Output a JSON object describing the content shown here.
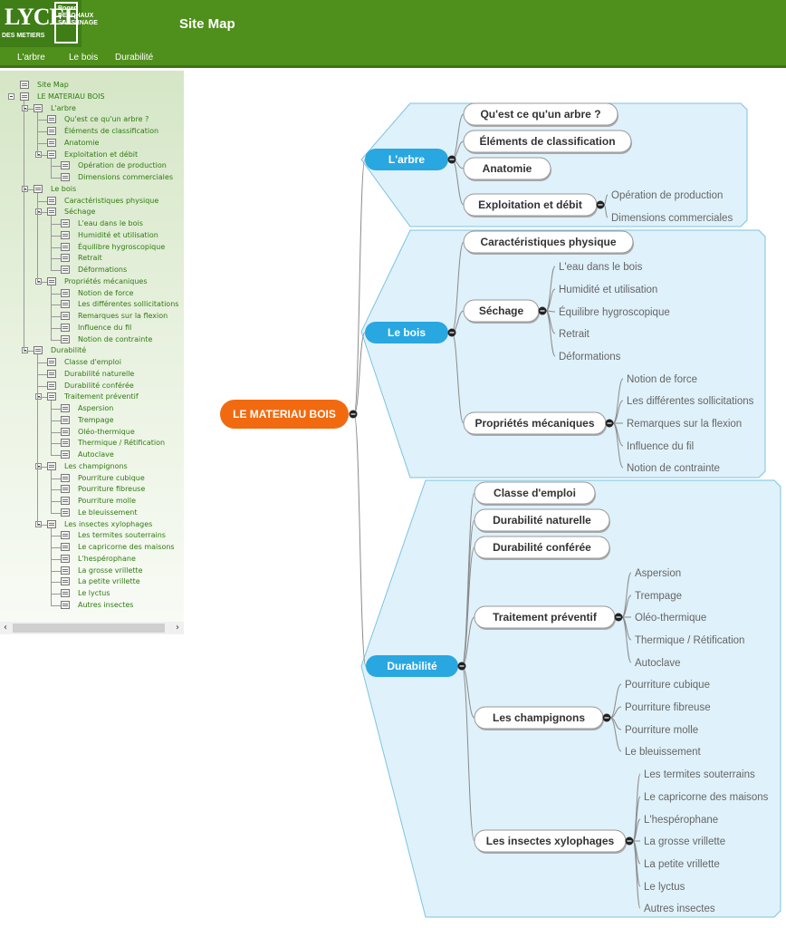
{
  "header": {
    "logo_text": "LYCEE",
    "logo_sub": "DES METIERS",
    "logo_side": "Roger DESCHAUX SASSENAGE",
    "title": "Site Map",
    "nav": [
      "L'arbre",
      "Le bois",
      "Durabilité"
    ]
  },
  "sidebar": {
    "tree": [
      {
        "label": "Site Map",
        "level": 0
      },
      {
        "label": "LE MATERIAU BOIS",
        "level": 0,
        "open": true
      },
      {
        "label": "L'arbre",
        "level": 1,
        "open": true
      },
      {
        "label": "Qu'est ce qu'un arbre ?",
        "level": 2
      },
      {
        "label": "Éléments de classification",
        "level": 2
      },
      {
        "label": "Anatomie",
        "level": 2
      },
      {
        "label": "Exploitation et débit",
        "level": 2,
        "open": true
      },
      {
        "label": "Opération de production",
        "level": 3
      },
      {
        "label": "Dimensions commerciales",
        "level": 3
      },
      {
        "label": "Le bois",
        "level": 1,
        "open": true
      },
      {
        "label": "Caractéristiques physique",
        "level": 2
      },
      {
        "label": "Séchage",
        "level": 2,
        "open": true
      },
      {
        "label": "L'eau dans le bois",
        "level": 3
      },
      {
        "label": "Humidité et utilisation",
        "level": 3
      },
      {
        "label": "Équilibre hygroscopique",
        "level": 3
      },
      {
        "label": "Retrait",
        "level": 3
      },
      {
        "label": "Déformations",
        "level": 3
      },
      {
        "label": "Propriétés mécaniques",
        "level": 2,
        "open": true
      },
      {
        "label": "Notion de force",
        "level": 3
      },
      {
        "label": "Les différentes sollicitations",
        "level": 3
      },
      {
        "label": "Remarques sur la flexion",
        "level": 3
      },
      {
        "label": "Influence du fil",
        "level": 3
      },
      {
        "label": "Notion de contrainte",
        "level": 3
      },
      {
        "label": "Durabilité",
        "level": 1,
        "open": true
      },
      {
        "label": "Classe d'emploi",
        "level": 2
      },
      {
        "label": "Durabilité naturelle",
        "level": 2
      },
      {
        "label": "Durabilité conférée",
        "level": 2
      },
      {
        "label": "Traitement préventif",
        "level": 2,
        "open": true
      },
      {
        "label": "Aspersion",
        "level": 3
      },
      {
        "label": "Trempage",
        "level": 3
      },
      {
        "label": "Oléo-thermique",
        "level": 3
      },
      {
        "label": "Thermique / Rétification",
        "level": 3
      },
      {
        "label": "Autoclave",
        "level": 3
      },
      {
        "label": "Les champignons",
        "level": 2,
        "open": true
      },
      {
        "label": "Pourriture cubique",
        "level": 3
      },
      {
        "label": "Pourriture fibreuse",
        "level": 3
      },
      {
        "label": "Pourriture molle",
        "level": 3
      },
      {
        "label": "Le bleuissement",
        "level": 3
      },
      {
        "label": "Les insectes xylophages",
        "level": 2,
        "open": true
      },
      {
        "label": "Les termites souterrains",
        "level": 3
      },
      {
        "label": "Le capricorne des maisons",
        "level": 3
      },
      {
        "label": "L'hespérophane",
        "level": 3
      },
      {
        "label": "La grosse vrillette",
        "level": 3
      },
      {
        "label": "La petite vrillette",
        "level": 3
      },
      {
        "label": "Le lyctus",
        "level": 3
      },
      {
        "label": "Autres insectes",
        "level": 3
      }
    ]
  },
  "scrollbar": {
    "left_arrow": "‹",
    "right_arrow": "›"
  },
  "mindmap": {
    "root": "LE MATERIAU BOIS",
    "colors": {
      "root": "#f26a10",
      "branch": "#29a7e1",
      "region_fill": "#dff1fa",
      "region_stroke": "#7cc3e0",
      "node_border": "#999999",
      "leaf_text": "#666666"
    },
    "branches": [
      {
        "label": "L'arbre",
        "children": [
          {
            "label": "Qu'est ce qu'un arbre ?",
            "leaves": []
          },
          {
            "label": "Éléments de classification",
            "leaves": []
          },
          {
            "label": "Anatomie",
            "leaves": []
          },
          {
            "label": "Exploitation et débit",
            "leaves": [
              "Opération de production",
              "Dimensions commerciales"
            ]
          }
        ]
      },
      {
        "label": "Le bois",
        "children": [
          {
            "label": "Caractéristiques physique",
            "leaves": []
          },
          {
            "label": "Séchage",
            "leaves": [
              "L'eau dans le bois",
              "Humidité et utilisation",
              "Équilibre hygroscopique",
              "Retrait",
              "Déformations"
            ]
          },
          {
            "label": "Propriétés mécaniques",
            "leaves": [
              "Notion de force",
              "Les différentes sollicitations",
              "Remarques sur la flexion",
              "Influence du fil",
              "Notion de contrainte"
            ]
          }
        ]
      },
      {
        "label": "Durabilité",
        "children": [
          {
            "label": "Classe d'emploi",
            "leaves": []
          },
          {
            "label": "Durabilité naturelle",
            "leaves": []
          },
          {
            "label": "Durabilité conférée",
            "leaves": []
          },
          {
            "label": "Traitement préventif",
            "leaves": [
              "Aspersion",
              "Trempage",
              "Oléo-thermique",
              "Thermique / Rétification",
              "Autoclave"
            ]
          },
          {
            "label": "Les champignons",
            "leaves": [
              "Pourriture cubique",
              "Pourriture fibreuse",
              "Pourriture molle",
              "Le bleuissement"
            ]
          },
          {
            "label": "Les insectes xylophages",
            "leaves": [
              "Les termites souterrains",
              "Le capricorne des maisons",
              "L'hespérophane",
              "La grosse vrillette",
              "La petite vrillette",
              "Le lyctus",
              "Autres insectes"
            ]
          }
        ]
      }
    ]
  }
}
